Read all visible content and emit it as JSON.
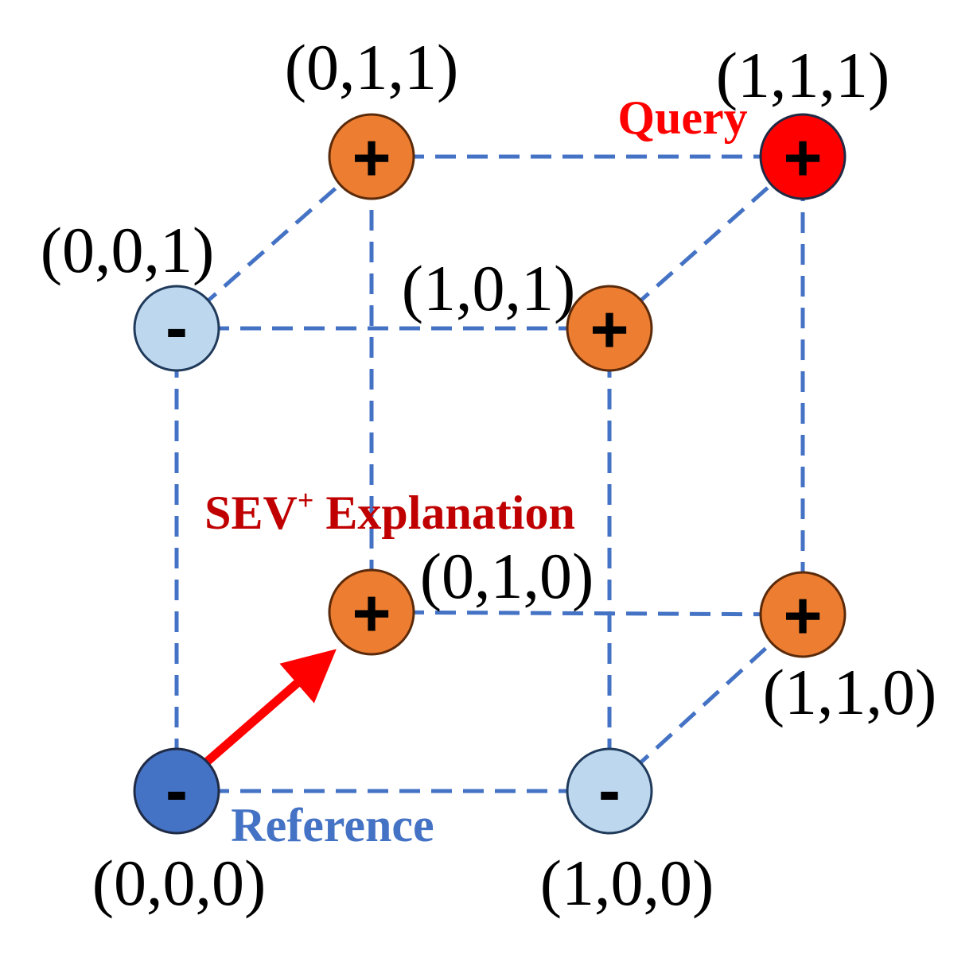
{
  "colors": {
    "edge": "#4472C4",
    "positive_fill": "#ED7D31",
    "negative_fill": "#BDD7EE",
    "reference_fill": "#4472C4",
    "query_fill": "#FF0000",
    "explanation_arrow": "#FF0000",
    "query_label": "#FF0000",
    "explanation_label": "#C00000",
    "reference_label": "#4472C4"
  },
  "vertices": {
    "v000": {
      "coord": "(0,0,0)",
      "sign": "-",
      "class": "negative",
      "role": "reference"
    },
    "v100": {
      "coord": "(1,0,0)",
      "sign": "-",
      "class": "negative"
    },
    "v010": {
      "coord": "(0,1,0)",
      "sign": "+",
      "class": "positive"
    },
    "v110": {
      "coord": "(1,1,0)",
      "sign": "+",
      "class": "positive"
    },
    "v001": {
      "coord": "(0,0,1)",
      "sign": "-",
      "class": "negative"
    },
    "v101": {
      "coord": "(1,0,1)",
      "sign": "+",
      "class": "positive"
    },
    "v011": {
      "coord": "(0,1,1)",
      "sign": "+",
      "class": "positive"
    },
    "v111": {
      "coord": "(1,1,1)",
      "sign": "+",
      "class": "positive",
      "role": "query"
    }
  },
  "labels": {
    "query": "Query",
    "reference": "Reference",
    "explanation_main": "SEV",
    "explanation_sup": "+",
    "explanation_rest": " Explanation"
  },
  "arrow": {
    "from": "(0,0,0)",
    "to": "(0,1,0)"
  }
}
